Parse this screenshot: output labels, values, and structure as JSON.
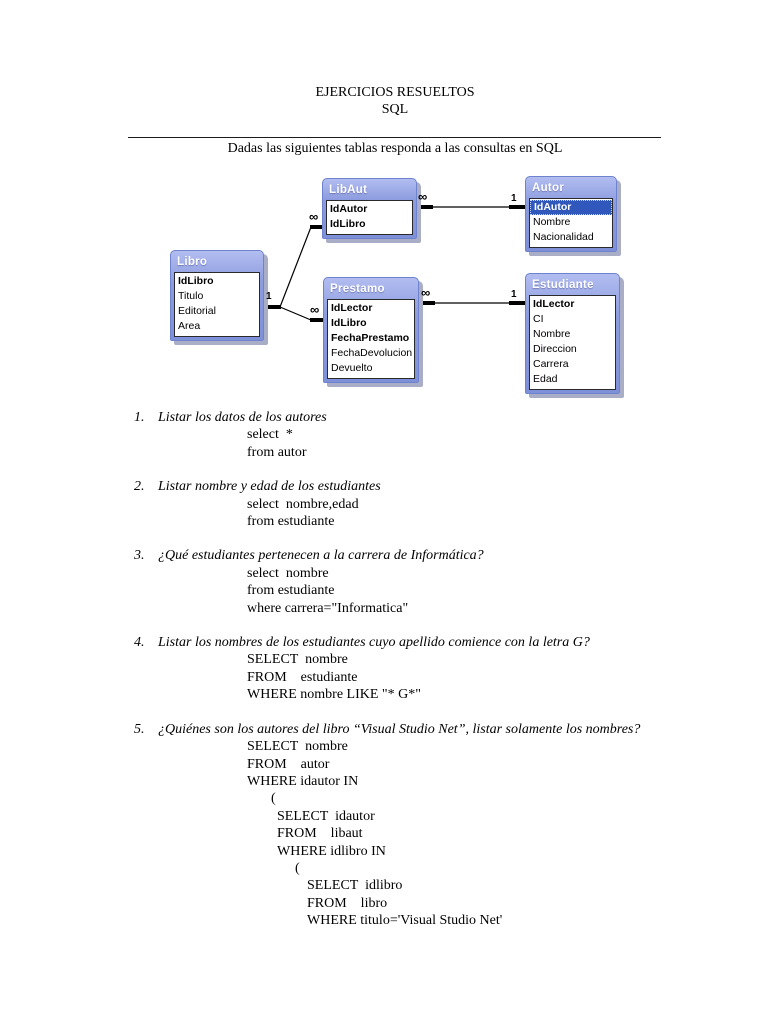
{
  "page": {
    "title_line1": "EJERCICIOS RESUELTOS",
    "title_line2": "SQL",
    "subtitle": "Dadas las siguientes tablas responda a las consultas en SQL"
  },
  "colors": {
    "table_header_blue": "#8494da",
    "table_border_blue": "#6e82cd",
    "selected_row_blue": "#3058bc",
    "table_shadow_gray": "#a9aec6",
    "text_black": "#000000",
    "page_background": "#ffffff"
  },
  "diagram": {
    "cardinality": {
      "one": "1",
      "many": "∞"
    },
    "tables": [
      {
        "id": "libaut",
        "title": "LibAut",
        "fields": [
          {
            "label": "IdAutor",
            "bold": true
          },
          {
            "label": "IdLibro",
            "bold": true
          }
        ]
      },
      {
        "id": "autor",
        "title": "Autor",
        "fields": [
          {
            "label": "IdAutor",
            "bold": true,
            "selected": true
          },
          {
            "label": "Nombre"
          },
          {
            "label": "Nacionalidad"
          }
        ]
      },
      {
        "id": "libro",
        "title": "Libro",
        "fields": [
          {
            "label": "IdLibro",
            "bold": true
          },
          {
            "label": "Titulo"
          },
          {
            "label": "Editorial"
          },
          {
            "label": "Area"
          }
        ]
      },
      {
        "id": "prestamo",
        "title": "Prestamo",
        "fields": [
          {
            "label": "IdLector",
            "bold": true
          },
          {
            "label": "IdLibro",
            "bold": true
          },
          {
            "label": "FechaPrestamo",
            "bold": true
          },
          {
            "label": "FechaDevolucion"
          },
          {
            "label": "Devuelto"
          }
        ]
      },
      {
        "id": "estudiante",
        "title": "Estudiante",
        "fields": [
          {
            "label": "IdLector",
            "bold": true
          },
          {
            "label": "CI"
          },
          {
            "label": "Nombre"
          },
          {
            "label": "Direccion"
          },
          {
            "label": "Carrera"
          },
          {
            "label": "Edad"
          }
        ]
      }
    ],
    "relationships": [
      {
        "from": "LibAut",
        "from_card": "∞",
        "to": "Autor",
        "to_card": "1"
      },
      {
        "from": "Libro",
        "from_card": "1",
        "to": "LibAut",
        "to_card": "∞"
      },
      {
        "from": "Libro",
        "from_card": "1",
        "to": "Prestamo",
        "to_card": "∞"
      },
      {
        "from": "Prestamo",
        "from_card": "∞",
        "to": "Estudiante",
        "to_card": "1"
      }
    ]
  },
  "exercises": [
    {
      "num": "1.",
      "question": "Listar los datos de los autores",
      "sql": [
        {
          "indent": 0,
          "text": "select  *"
        },
        {
          "indent": 0,
          "text": "from autor"
        }
      ]
    },
    {
      "num": "2.",
      "question": "Listar nombre y edad de los estudiantes",
      "sql": [
        {
          "indent": 0,
          "text": "select  nombre,edad"
        },
        {
          "indent": 0,
          "text": "from estudiante"
        }
      ]
    },
    {
      "num": "3.",
      "question": "¿Qué estudiantes pertenecen a la carrera de Informática?",
      "sql": [
        {
          "indent": 0,
          "text": "select  nombre"
        },
        {
          "indent": 0,
          "text": "from estudiante"
        },
        {
          "indent": 0,
          "text": "where carrera=\"Informatica\""
        }
      ]
    },
    {
      "num": "4.",
      "question": "Listar los nombres de los estudiantes cuyo apellido comience con la letra G?",
      "sql": [
        {
          "indent": 0,
          "text": "SELECT  nombre"
        },
        {
          "indent": 0,
          "text": "FROM    estudiante"
        },
        {
          "indent": 0,
          "text": "WHERE nombre LIKE \"* G*\""
        }
      ]
    },
    {
      "num": "5.",
      "question": "¿Quiénes son los autores del libro “Visual Studio Net”, listar solamente los nombres?",
      "sql": [
        {
          "indent": 0,
          "text": "SELECT  nombre"
        },
        {
          "indent": 0,
          "text": "FROM    autor"
        },
        {
          "indent": 0,
          "text": "WHERE idautor IN"
        },
        {
          "indent": 1,
          "text": "("
        },
        {
          "indent": 2,
          "text": "SELECT  idautor"
        },
        {
          "indent": 2,
          "text": "FROM    libaut"
        },
        {
          "indent": 2,
          "text": "WHERE idlibro IN"
        },
        {
          "indent": 3,
          "text": "("
        },
        {
          "indent": 4,
          "text": "SELECT  idlibro"
        },
        {
          "indent": 4,
          "text": "FROM    libro"
        },
        {
          "indent": 4,
          "text": "WHERE titulo='Visual Studio Net'"
        }
      ]
    }
  ]
}
